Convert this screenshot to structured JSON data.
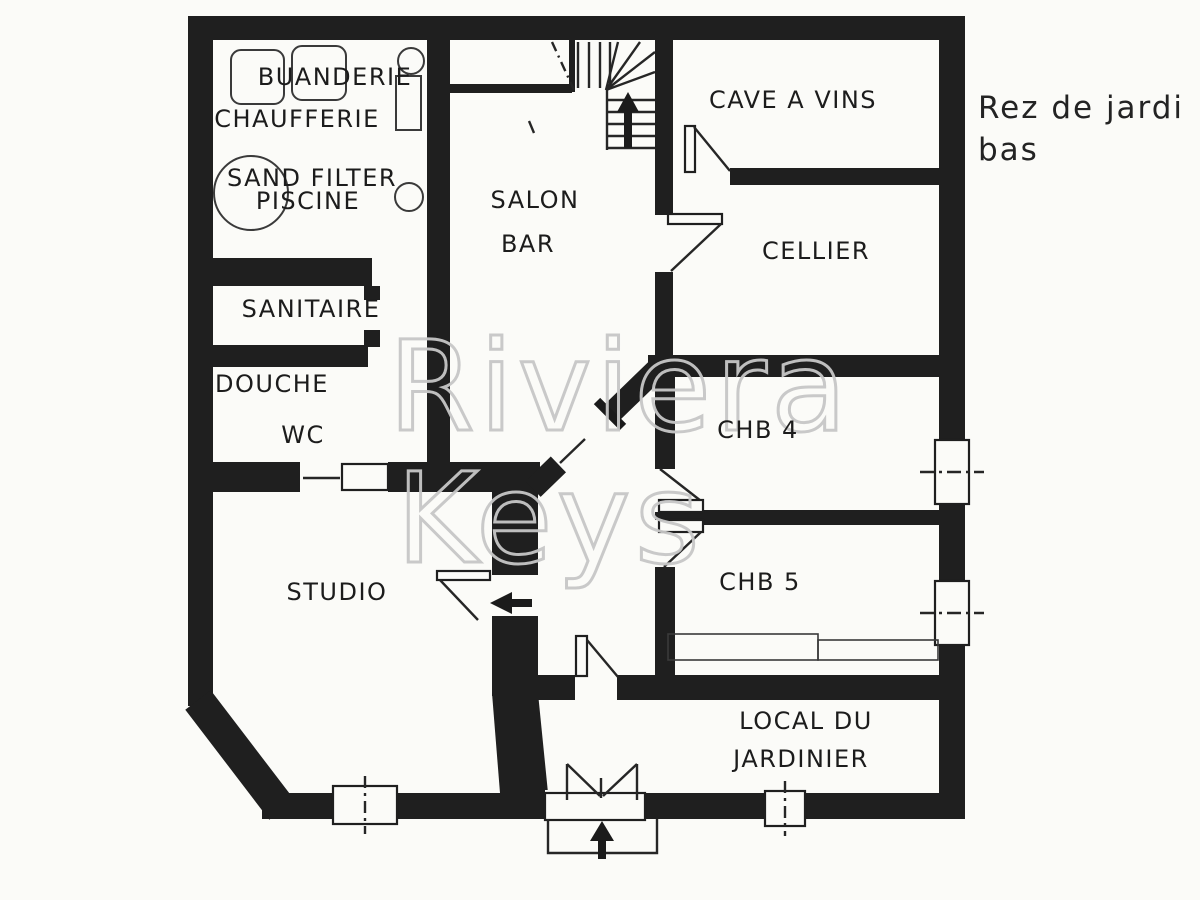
{
  "plan": {
    "rooms": {
      "buanderie": {
        "label": "BUANDERIE"
      },
      "chaufferie": {
        "label": "CHAUFFERIE"
      },
      "sand_filter_line1": {
        "label": "SAND FILTER"
      },
      "sand_filter_line2": {
        "label": "PISCINE"
      },
      "sanitaire": {
        "label": "SANITAIRE"
      },
      "douche": {
        "label": "DOUCHE"
      },
      "wc": {
        "label": "WC"
      },
      "studio": {
        "label": "STUDIO"
      },
      "salon_line1": {
        "label": "SALON"
      },
      "salon_line2": {
        "label": "BAR"
      },
      "cave_a_vins": {
        "label": "CAVE A VINS"
      },
      "cellier": {
        "label": "CELLIER"
      },
      "chb4": {
        "label": "CHB 4"
      },
      "chb5": {
        "label": "CHB 5"
      },
      "local_line1": {
        "label": "LOCAL DU"
      },
      "local_line2": {
        "label": "JARDINIER"
      }
    },
    "annotation": {
      "line1": "Rez de jardi",
      "line2": "bas"
    },
    "watermark": {
      "line1": "Riviera",
      "line2": "Keys"
    },
    "colors": {
      "wall": "#1f1f1f",
      "paper": "#fbfbf8",
      "watermark": "#c7c7c7",
      "ink": "#1c1c1c"
    }
  }
}
